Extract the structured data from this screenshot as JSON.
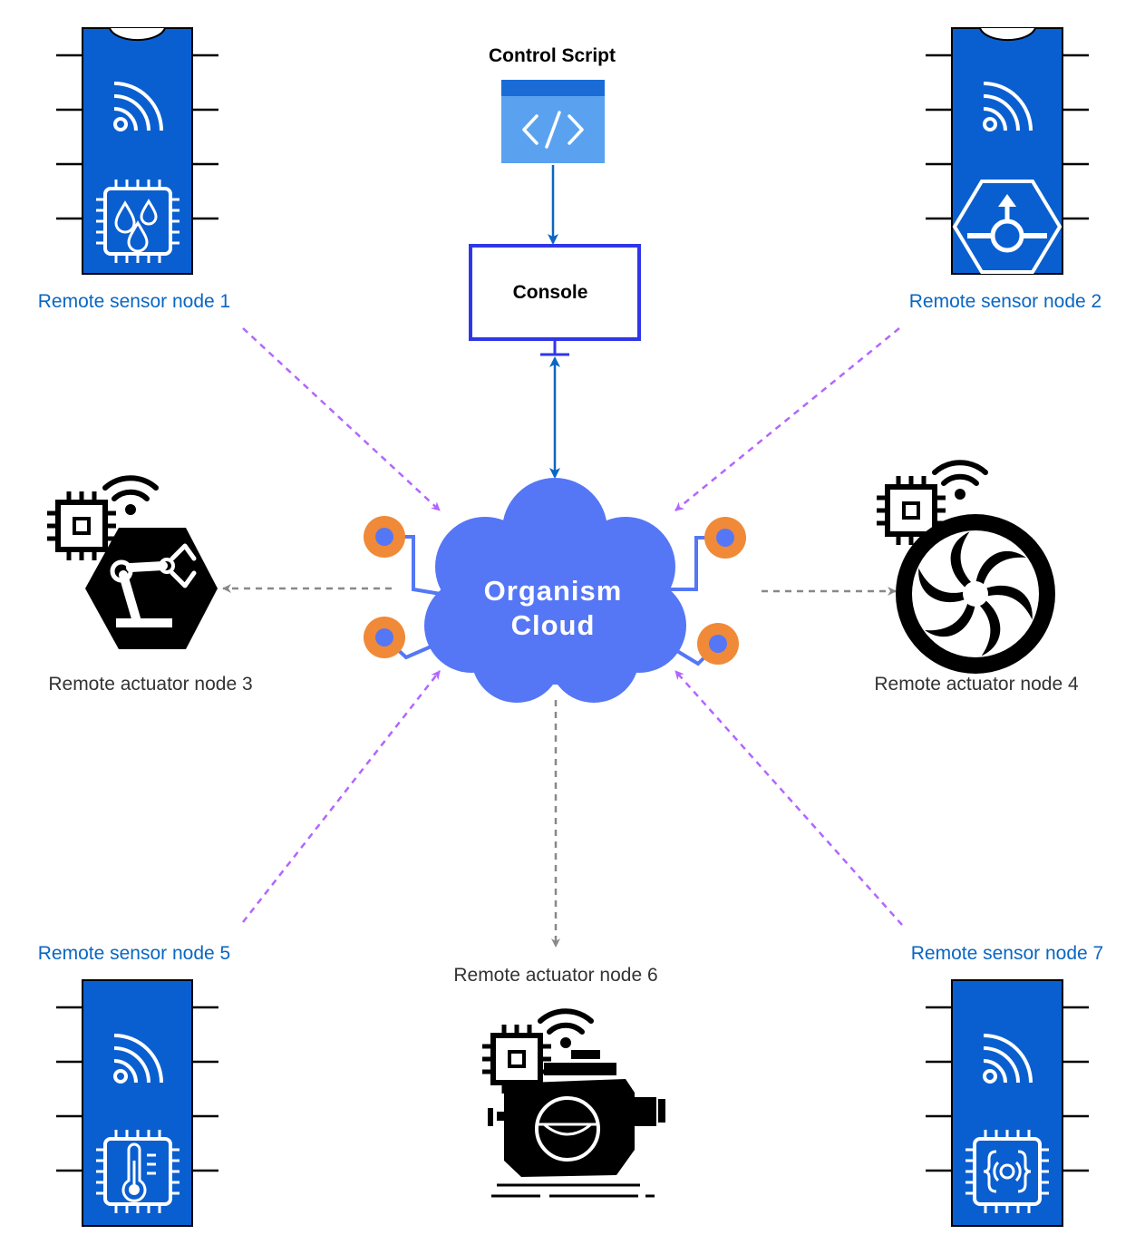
{
  "control_script": {
    "label": "Control Script",
    "icon": "code-icon"
  },
  "console": {
    "label": "Console"
  },
  "cloud": {
    "line1": "Organism",
    "line2": "Cloud"
  },
  "nodes": {
    "n1": {
      "label": "Remote sensor node 1",
      "kind": "sensor",
      "icon": "humidity-chip-icon"
    },
    "n2": {
      "label": "Remote sensor node 2",
      "kind": "sensor",
      "icon": "flow-hexagon-icon"
    },
    "n3": {
      "label": "Remote actuator node 3",
      "kind": "actuator",
      "icon": "robot-arm-icon"
    },
    "n4": {
      "label": "Remote actuator node 4",
      "kind": "actuator",
      "icon": "fan-icon"
    },
    "n5": {
      "label": "Remote sensor node 5",
      "kind": "sensor",
      "icon": "thermometer-chip-icon"
    },
    "n6": {
      "label": "Remote actuator node 6",
      "kind": "actuator",
      "icon": "engine-icon"
    },
    "n7": {
      "label": "Remote sensor node 7",
      "kind": "sensor",
      "icon": "code-chip-icon"
    }
  },
  "colors": {
    "sensor_blue": "#0a5fd0",
    "label_blue": "#0a66c2",
    "cloud": "#5577f5",
    "console_border": "#2f36e8",
    "sensor_link": "#b266ff",
    "actuator_link": "#888888",
    "control_link": "#0a66c2",
    "terminal": "#f08a38"
  }
}
